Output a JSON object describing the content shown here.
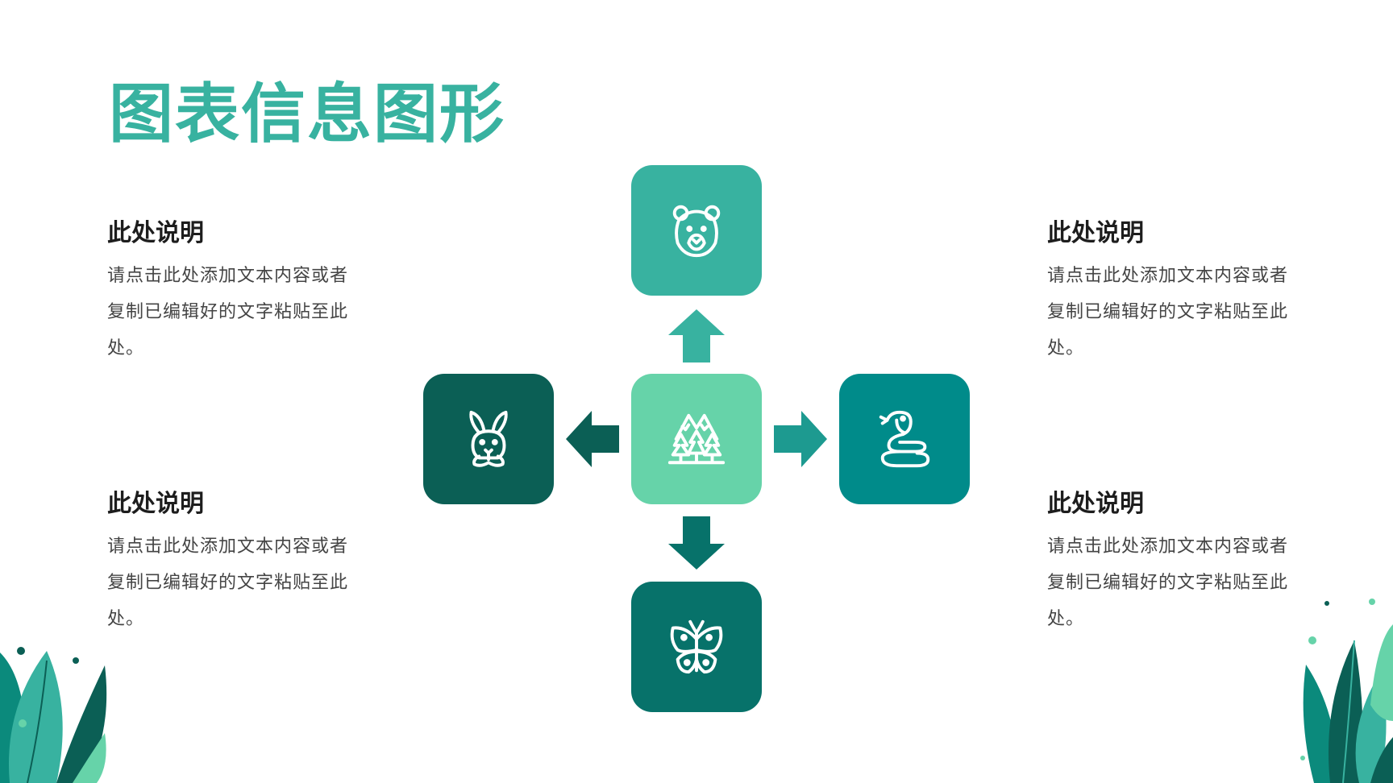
{
  "title": "图表信息图形",
  "colors": {
    "title": "#38b2a0",
    "tile_top": "#38b2a0",
    "tile_center": "#66d3a9",
    "tile_left": "#0b5f55",
    "tile_right": "#008b8a",
    "tile_bottom": "#07726a",
    "arrow_up": "#38b2a0",
    "arrow_left": "#0b5f55",
    "arrow_right": "#1d9a90",
    "arrow_down": "#07726a"
  },
  "descriptions": {
    "top_left": {
      "heading": "此处说明",
      "body": "请点击此处添加文本内容或者复制已编辑好的文字粘贴至此处。"
    },
    "bottom_left": {
      "heading": "此处说明",
      "body": "请点击此处添加文本内容或者复制已编辑好的文字粘贴至此处。"
    },
    "top_right": {
      "heading": "此处说明",
      "body": "请点击此处添加文本内容或者复制已编辑好的文字粘贴至此处。"
    },
    "bottom_right": {
      "heading": "此处说明",
      "body": "请点击此处添加文本内容或者复制已编辑好的文字粘贴至此处。"
    }
  },
  "tiles": {
    "center": {
      "icon": "forest-icon"
    },
    "top": {
      "icon": "bear-icon"
    },
    "left": {
      "icon": "rabbit-icon"
    },
    "right": {
      "icon": "snake-icon"
    },
    "bottom": {
      "icon": "butterfly-icon"
    }
  }
}
